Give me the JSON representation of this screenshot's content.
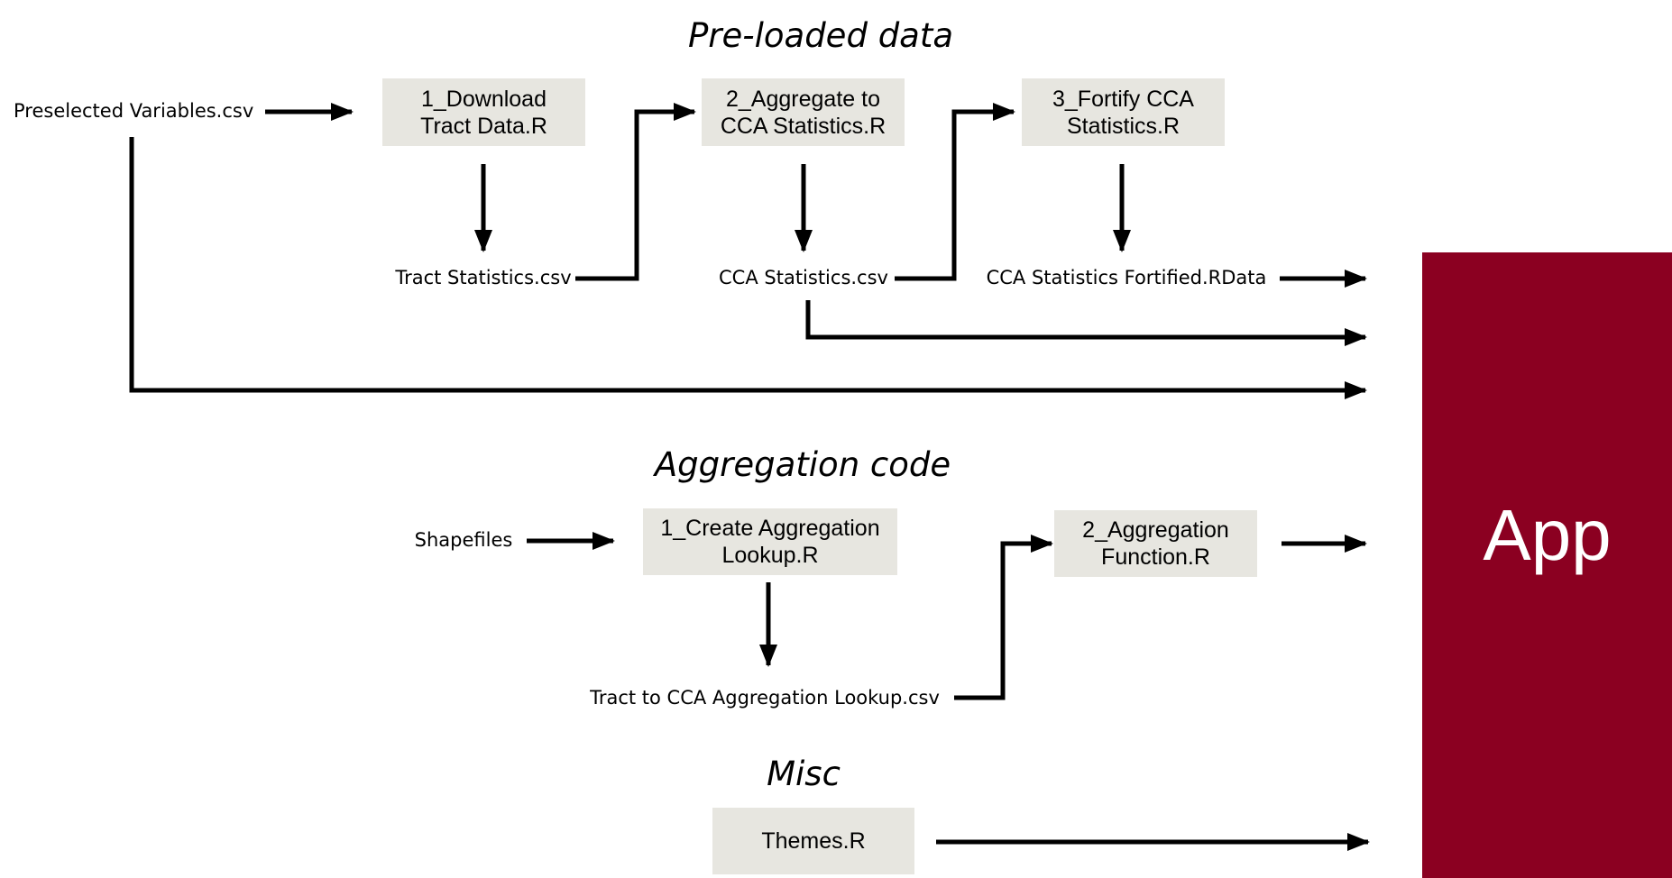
{
  "sections": {
    "preloaded": "Pre-loaded data",
    "aggregation": "Aggregation code",
    "misc": "Misc"
  },
  "scripts": {
    "download": "1_Download\nTract Data.R",
    "aggregate": "2_Aggregate to\nCCA Statistics.R",
    "fortify": "3_Fortify CCA\nStatistics.R",
    "create_lookup": "1_Create Aggregation\nLookup.R",
    "agg_function": "2_Aggregation\nFunction.R",
    "themes": "Themes.R"
  },
  "files": {
    "preselected": "Preselected Variables.csv",
    "tract_stats": "Tract Statistics.csv",
    "cca_stats": "CCA Statistics.csv",
    "cca_fortified": "CCA Statistics Fortified.RData",
    "shapefiles": "Shapefiles",
    "lookup_csv": "Tract to CCA Aggregation Lookup.csv"
  },
  "app": {
    "label": "App",
    "color": "#8b0021"
  },
  "colors": {
    "box_fill": "#e7e6e0",
    "arrow": "#000000"
  }
}
